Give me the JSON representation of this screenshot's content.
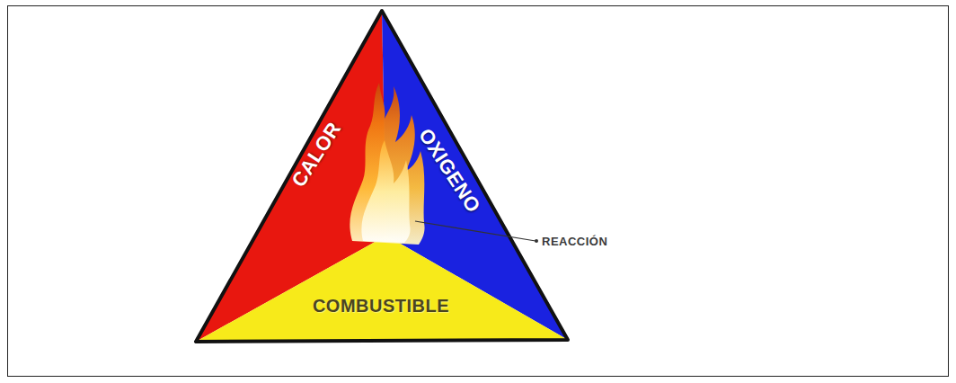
{
  "diagram": {
    "nodes": [
      {
        "text": [
          "CALOR"
        ]
      },
      {
        "text": [
          "OXIGENO"
        ]
      },
      {
        "text": [
          "COMBUSTIBLE"
        ]
      }
    ],
    "labels": [
      "REACCIÓN"
    ]
  }
}
